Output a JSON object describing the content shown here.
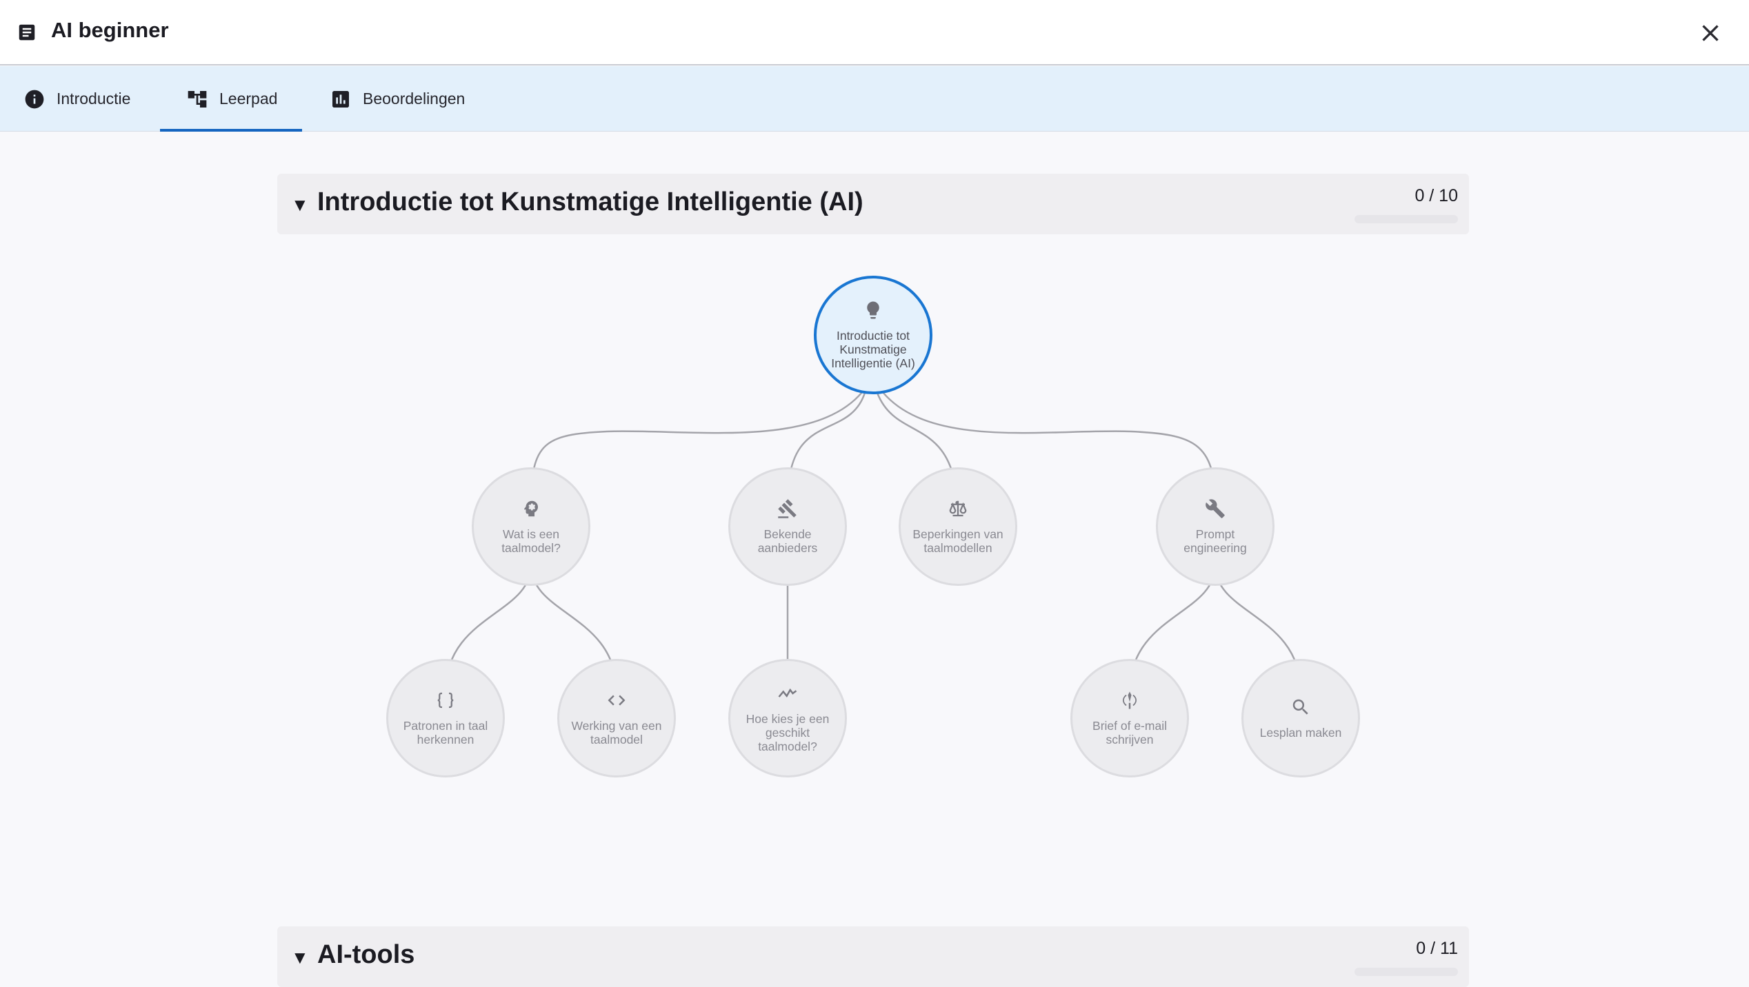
{
  "header": {
    "title": "AI beginner",
    "doc_icon": "document-icon",
    "close_icon": "close-icon"
  },
  "tabs": [
    {
      "label": "Introductie",
      "icon": "info-icon",
      "active": false
    },
    {
      "label": "Leerpad",
      "icon": "tree-icon",
      "active": true
    },
    {
      "label": "Beoordelingen",
      "icon": "bar-chart-icon",
      "active": false
    }
  ],
  "sections": [
    {
      "title": "Introductie tot Kunstmatige Intelligentie (AI)",
      "count": "0 / 10",
      "progress": 0,
      "expanded": true,
      "nodes": {
        "root": {
          "label": "Introductie tot Kunstmatige Intelligentie (AI)",
          "icon": "lightbulb-icon"
        },
        "n1": {
          "label": "Wat is een taalmodel?",
          "icon": "brain-icon"
        },
        "n2": {
          "label": "Bekende aanbieders",
          "icon": "gavel-icon"
        },
        "n3": {
          "label": "Beperkingen van taalmodellen",
          "icon": "scale-icon"
        },
        "n4": {
          "label": "Prompt engineering",
          "icon": "wrench-icon"
        },
        "n5": {
          "label": "Patronen in taal herkennen",
          "icon": "braces-icon"
        },
        "n6": {
          "label": "Werking van een taalmodel",
          "icon": "code-icon"
        },
        "n7": {
          "label": "Hoe kies je een geschikt taalmodel?",
          "icon": "trend-icon"
        },
        "n8": {
          "label": "Brief of e-mail schrijven",
          "icon": "pen-icon"
        },
        "n9": {
          "label": "Lesplan maken",
          "icon": "search-icon"
        }
      }
    },
    {
      "title": "AI-tools",
      "count": "0 / 11",
      "progress": 0,
      "expanded": true
    }
  ],
  "colors": {
    "accent": "#1565c0",
    "tab_bar_bg": "#e3f0fb",
    "node_bg": "#ececef",
    "root_node_bg": "#e4f1fc",
    "edge": "#a4a4aa"
  }
}
